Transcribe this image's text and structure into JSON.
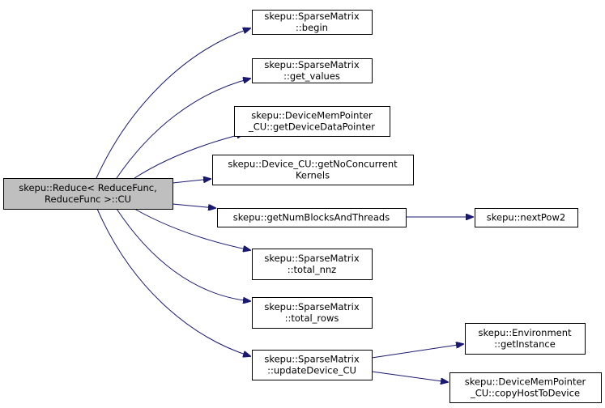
{
  "colors": {
    "root_fill": "#bfbfbf",
    "node_fill": "#ffffff",
    "node_border": "#000000",
    "edge": "#191970"
  },
  "graph": {
    "root": {
      "id": "root",
      "lines": [
        "skepu::Reduce< ReduceFunc,",
        "ReduceFunc >::CU"
      ]
    },
    "nodes": [
      {
        "id": "begin",
        "lines": [
          "skepu::SparseMatrix",
          "::begin"
        ]
      },
      {
        "id": "get_values",
        "lines": [
          "skepu::SparseMatrix",
          "::get_values"
        ]
      },
      {
        "id": "getDeviceDataPointer",
        "lines": [
          "skepu::DeviceMemPointer",
          "_CU::getDeviceDataPointer"
        ]
      },
      {
        "id": "getNoConcurrentKernels",
        "lines": [
          "skepu::Device_CU::getNoConcurrent",
          "Kernels"
        ]
      },
      {
        "id": "getNumBlocksAndThreads",
        "lines": [
          "skepu::getNumBlocksAndThreads"
        ]
      },
      {
        "id": "nextPow2",
        "lines": [
          "skepu::nextPow2"
        ]
      },
      {
        "id": "total_nnz",
        "lines": [
          "skepu::SparseMatrix",
          "::total_nnz"
        ]
      },
      {
        "id": "total_rows",
        "lines": [
          "skepu::SparseMatrix",
          "::total_rows"
        ]
      },
      {
        "id": "updateDevice_CU",
        "lines": [
          "skepu::SparseMatrix",
          "::updateDevice_CU"
        ]
      },
      {
        "id": "getInstance",
        "lines": [
          "skepu::Environment",
          "::getInstance"
        ]
      },
      {
        "id": "copyHostToDevice",
        "lines": [
          "skepu::DeviceMemPointer",
          "_CU::copyHostToDevice"
        ]
      }
    ],
    "edges": [
      {
        "from": "root",
        "to": "begin"
      },
      {
        "from": "root",
        "to": "get_values"
      },
      {
        "from": "root",
        "to": "getDeviceDataPointer"
      },
      {
        "from": "root",
        "to": "getNoConcurrentKernels"
      },
      {
        "from": "root",
        "to": "getNumBlocksAndThreads"
      },
      {
        "from": "root",
        "to": "total_nnz"
      },
      {
        "from": "root",
        "to": "total_rows"
      },
      {
        "from": "root",
        "to": "updateDevice_CU"
      },
      {
        "from": "getNumBlocksAndThreads",
        "to": "nextPow2"
      },
      {
        "from": "updateDevice_CU",
        "to": "getInstance"
      },
      {
        "from": "updateDevice_CU",
        "to": "copyHostToDevice"
      }
    ]
  }
}
